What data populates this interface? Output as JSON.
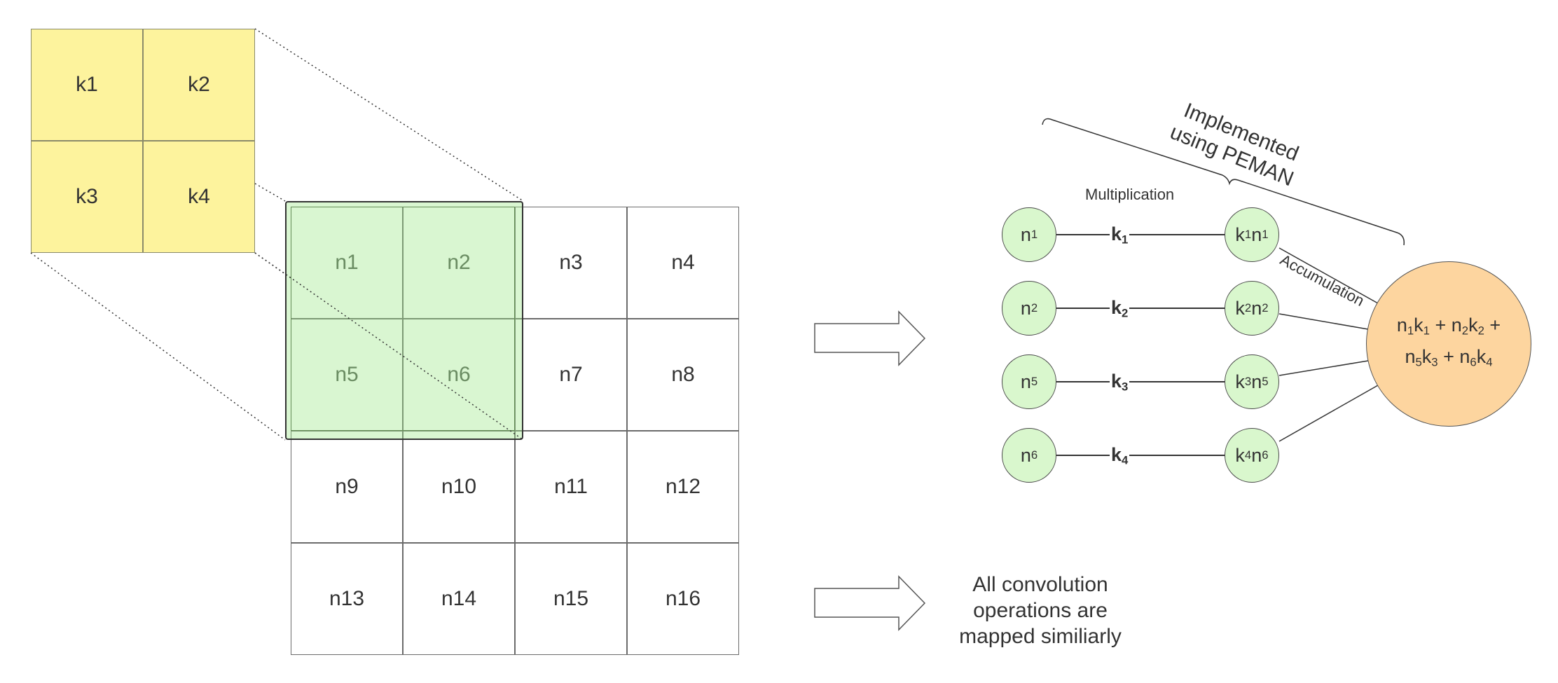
{
  "kernel": {
    "cells": [
      "k1",
      "k2",
      "k3",
      "k4"
    ],
    "fill_color": "#fdf39d"
  },
  "input_grid": {
    "cells": [
      "n1",
      "n2",
      "n3",
      "n4",
      "n5",
      "n6",
      "n7",
      "n8",
      "n9",
      "n10",
      "n11",
      "n12",
      "n13",
      "n14",
      "n15",
      "n16"
    ],
    "highlight_color": "#c5f2b3"
  },
  "mapping": {
    "multiplication_label": "Multiplication",
    "accumulation_label": "Accumulation",
    "implemented_label_line1": "Implemented",
    "implemented_label_line2": "using PEMAN",
    "inputs": [
      {
        "base": "n",
        "sub": "1",
        "weight": "k",
        "weight_sub": "1",
        "prod_a": "k",
        "prod_a_sub": "1",
        "prod_b": "n",
        "prod_b_sub": "1"
      },
      {
        "base": "n",
        "sub": "2",
        "weight": "k",
        "weight_sub": "2",
        "prod_a": "k",
        "prod_a_sub": "2",
        "prod_b": "n",
        "prod_b_sub": "2"
      },
      {
        "base": "n",
        "sub": "5",
        "weight": "k",
        "weight_sub": "3",
        "prod_a": "k",
        "prod_a_sub": "3",
        "prod_b": "n",
        "prod_b_sub": "5"
      },
      {
        "base": "n",
        "sub": "6",
        "weight": "k",
        "weight_sub": "4",
        "prod_a": "k",
        "prod_a_sub": "4",
        "prod_b": "n",
        "prod_b_sub": "6"
      }
    ],
    "sum_line1": [
      {
        "t": "n",
        "s": "1"
      },
      {
        "t": "k",
        "s": "1"
      },
      {
        "t": " + n",
        "s": "2"
      },
      {
        "t": "k",
        "s": "2"
      },
      {
        "t": " +",
        "s": ""
      }
    ],
    "sum_line2": [
      {
        "t": "n",
        "s": "5"
      },
      {
        "t": "k",
        "s": "3"
      },
      {
        "t": " + n",
        "s": "6"
      },
      {
        "t": "k",
        "s": "4"
      }
    ],
    "node_color": "#d9f7cd",
    "accumulator_color": "#fdd59f"
  },
  "note": {
    "line1": "All convolution",
    "line2": "operations are",
    "line3": "mapped similiarly"
  },
  "arrow_icons": [
    "right-arrow-icon",
    "right-arrow-icon"
  ]
}
